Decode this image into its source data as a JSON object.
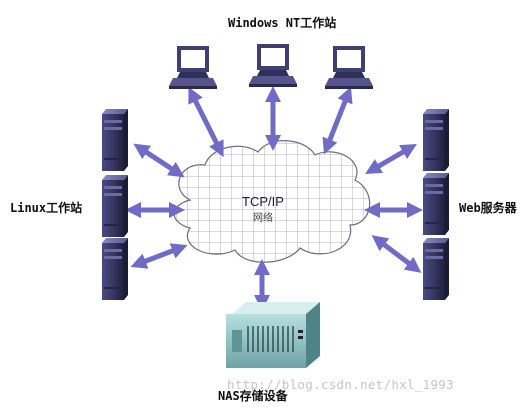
{
  "labels": {
    "windows_nt": "Windows NT工作站",
    "linux": "Linux工作站",
    "web": "Web服务器",
    "nas": "NAS存储设备"
  },
  "cloud": {
    "title": "TCP/IP",
    "subtitle": "网络"
  },
  "watermark": "http://blog.csdn.net/hxl_1993",
  "colors": {
    "arrow": "#6f6bc6",
    "tower": "#3f3f72",
    "cloud_grid": "#9a9aa6",
    "nas_body": "#7fb3b3"
  },
  "icons": {
    "workstation": "desktop-computer-icon",
    "server": "tower-server-icon",
    "storage": "nas-storage-icon",
    "network": "cloud-icon"
  }
}
